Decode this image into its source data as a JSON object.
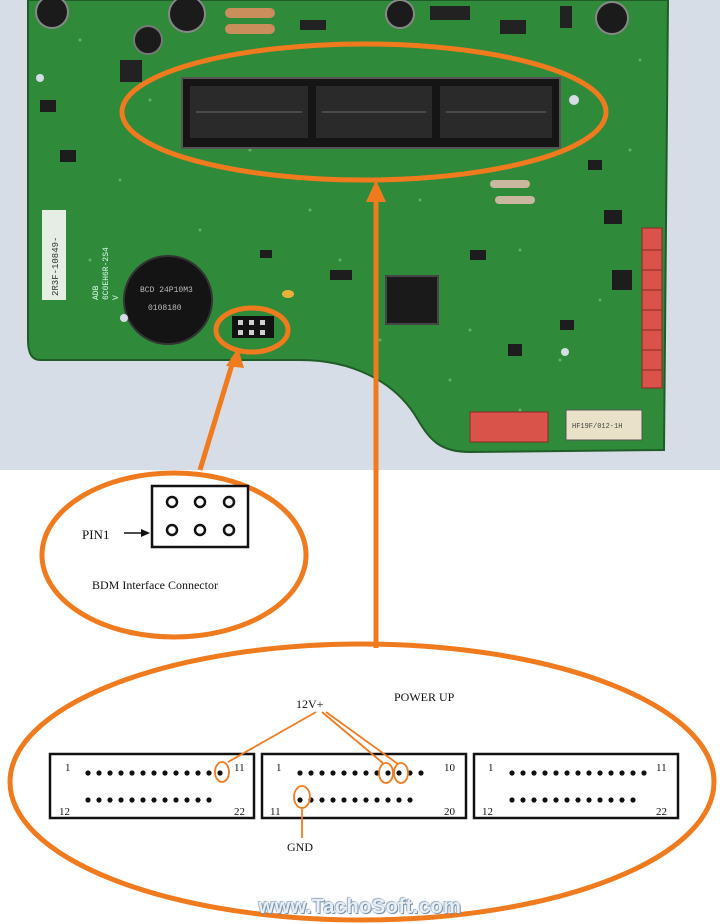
{
  "board": {
    "silkscreen_lines": [
      "2R3F-10849-",
      "ADB",
      "6C0EH6R-2S4",
      "V"
    ],
    "buzzer_text": [
      "BCD 24P10M3",
      "0108180"
    ],
    "relay_text": "HF19F/012-1H",
    "colors": {
      "pcb": "#2f8a3a",
      "background": "#d7dde6",
      "highlight": "#f07a1e"
    }
  },
  "bdm": {
    "pin_label": "PIN1",
    "caption": "BDM Interface Connector"
  },
  "connectors": {
    "power_label": "POWER UP",
    "v12_label": "12V+",
    "gnd_label": "GND",
    "left": {
      "top_left": "1",
      "top_right": "11",
      "bottom_left": "12",
      "bottom_right": "22"
    },
    "middle": {
      "top_left": "1",
      "top_right": "10",
      "bottom_left": "11",
      "bottom_right": "20"
    },
    "right": {
      "top_left": "1",
      "top_right": "11",
      "bottom_left": "12",
      "bottom_right": "22"
    }
  },
  "watermark": "www.TachoSoft.com"
}
